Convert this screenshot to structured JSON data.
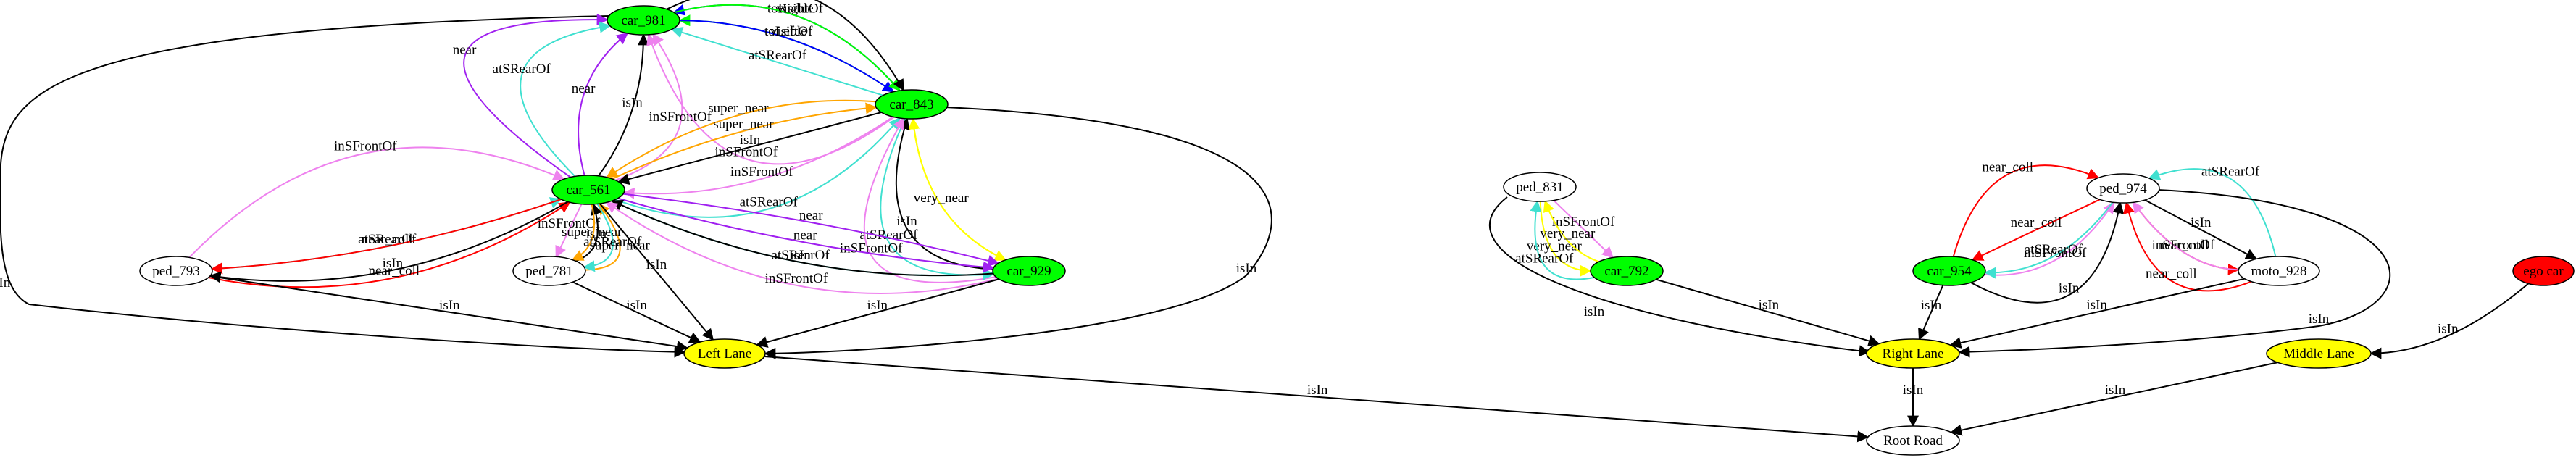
{
  "nodes": [
    {
      "id": "car_981",
      "label": "car_981",
      "fill": "#00ff00"
    },
    {
      "id": "car_843",
      "label": "car_843",
      "fill": "#00ff00"
    },
    {
      "id": "car_561",
      "label": "car_561",
      "fill": "#00ff00"
    },
    {
      "id": "car_929",
      "label": "car_929",
      "fill": "#00ff00"
    },
    {
      "id": "ped_793",
      "label": "ped_793",
      "fill": "#ffffff"
    },
    {
      "id": "ped_781",
      "label": "ped_781",
      "fill": "#ffffff"
    },
    {
      "id": "left_lane",
      "label": "Left Lane",
      "fill": "#ffff00"
    },
    {
      "id": "ped_831",
      "label": "ped_831",
      "fill": "#ffffff"
    },
    {
      "id": "car_792",
      "label": "car_792",
      "fill": "#00ff00"
    },
    {
      "id": "ped_974",
      "label": "ped_974",
      "fill": "#ffffff"
    },
    {
      "id": "car_954",
      "label": "car_954",
      "fill": "#00ff00"
    },
    {
      "id": "moto_928",
      "label": "moto_928",
      "fill": "#ffffff"
    },
    {
      "id": "right_lane",
      "label": "Right Lane",
      "fill": "#ffff00"
    },
    {
      "id": "ego_car",
      "label": "ego car",
      "fill": "#ff0000"
    },
    {
      "id": "middle_lane",
      "label": "Middle Lane",
      "fill": "#ffff00"
    },
    {
      "id": "root_road",
      "label": "Root Road",
      "fill": "#ffffff"
    }
  ],
  "edges": [
    {
      "from": "car_981",
      "to": "left_lane",
      "label": "isIn",
      "color": "#000000"
    },
    {
      "from": "car_561",
      "to": "car_981",
      "label": "near",
      "color": "#a020f0"
    },
    {
      "from": "car_561",
      "to": "car_981",
      "label": "atSRearOf",
      "color": "#40e0d0"
    },
    {
      "from": "car_561",
      "to": "car_981",
      "label": "near",
      "color": "#a020f0"
    },
    {
      "from": "car_561",
      "to": "car_981",
      "label": "isIn",
      "color": "#000000"
    },
    {
      "from": "car_561",
      "to": "car_981",
      "label": "inSFrontOf",
      "color": "#ee82ee"
    },
    {
      "from": "car_843",
      "to": "car_981",
      "label": "toRightOf",
      "color": "#0000ff"
    },
    {
      "from": "car_843",
      "to": "car_981",
      "label": "visible",
      "color": "#00ff00"
    },
    {
      "from": "car_843",
      "to": "car_981",
      "label": "atSRearOf",
      "color": "#40e0d0"
    },
    {
      "from": "car_981",
      "to": "car_843",
      "label": "toLeftOf",
      "color": "#0000ff"
    },
    {
      "from": "car_981",
      "to": "car_843",
      "label": "visible",
      "color": "#00ff00"
    },
    {
      "from": "car_981",
      "to": "car_843",
      "label": "isIn",
      "color": "#000000"
    },
    {
      "from": "car_843",
      "to": "car_981",
      "label": "inSFrontOf",
      "color": "#ee82ee"
    },
    {
      "from": "car_843",
      "to": "car_561",
      "label": "super_near",
      "color": "#ffa500"
    },
    {
      "from": "car_843",
      "to": "car_561",
      "label": "isIn",
      "color": "#000000"
    },
    {
      "from": "car_843",
      "to": "car_561",
      "label": "inSFrontOf",
      "color": "#ee82ee"
    },
    {
      "from": "car_561",
      "to": "car_843",
      "label": "super_near",
      "color": "#ffa500"
    },
    {
      "from": "car_561",
      "to": "car_843",
      "label": "atSRearOf",
      "color": "#40e0d0"
    },
    {
      "from": "car_843",
      "to": "car_929",
      "label": "atSRearOf",
      "color": "#40e0d0"
    },
    {
      "from": "car_843",
      "to": "car_929",
      "label": "very_near",
      "color": "#ffff00"
    },
    {
      "from": "car_929",
      "to": "car_843",
      "label": "very_near",
      "color": "#ffff00"
    },
    {
      "from": "car_929",
      "to": "car_843",
      "label": "isIn",
      "color": "#000000"
    },
    {
      "from": "car_929",
      "to": "car_843",
      "label": "inSFrontOf",
      "color": "#ee82ee"
    },
    {
      "from": "car_843",
      "to": "left_lane",
      "label": "isIn",
      "color": "#000000"
    },
    {
      "from": "ped_793",
      "to": "car_561",
      "label": "near_coll",
      "color": "#ff0000"
    },
    {
      "from": "ped_793",
      "to": "car_561",
      "label": "atSRearOf",
      "color": "#40e0d0"
    },
    {
      "from": "car_561",
      "to": "ped_793",
      "label": "near_coll",
      "color": "#ff0000"
    },
    {
      "from": "car_561",
      "to": "ped_793",
      "label": "isIn",
      "color": "#000000"
    },
    {
      "from": "ped_793",
      "to": "car_561",
      "label": "inSFrontOf",
      "color": "#ee82ee"
    },
    {
      "from": "ped_781",
      "to": "car_561",
      "label": "super_near",
      "color": "#ffa500"
    },
    {
      "from": "ped_781",
      "to": "car_561",
      "label": "isIn",
      "color": "#000000"
    },
    {
      "from": "car_561",
      "to": "ped_781",
      "label": "inSFrontOf",
      "color": "#ee82ee"
    },
    {
      "from": "car_561",
      "to": "ped_781",
      "label": "super_near",
      "color": "#ffa500"
    },
    {
      "from": "car_561",
      "to": "ped_781",
      "label": "atSRearOf",
      "color": "#40e0d0"
    },
    {
      "from": "car_561",
      "to": "left_lane",
      "label": "isIn",
      "color": "#000000"
    },
    {
      "from": "car_561",
      "to": "car_929",
      "label": "atSRearOf",
      "color": "#40e0d0"
    },
    {
      "from": "car_561",
      "to": "car_929",
      "label": "near",
      "color": "#a020f0"
    },
    {
      "from": "car_561",
      "to": "car_929",
      "label": "near",
      "color": "#a020f0"
    },
    {
      "from": "car_929",
      "to": "car_561",
      "label": "isIn",
      "color": "#000000"
    },
    {
      "from": "car_929",
      "to": "car_561",
      "label": "inSFrontOf",
      "color": "#ee82ee"
    },
    {
      "from": "ped_793",
      "to": "left_lane",
      "label": "isIn",
      "color": "#000000"
    },
    {
      "from": "ped_781",
      "to": "left_lane",
      "label": "isIn",
      "color": "#000000"
    },
    {
      "from": "car_929",
      "to": "left_lane",
      "label": "isIn",
      "color": "#000000"
    },
    {
      "from": "left_lane",
      "to": "root_road",
      "label": "isIn",
      "color": "#000000"
    },
    {
      "from": "ped_831",
      "to": "car_792",
      "label": "very_near",
      "color": "#ffff00"
    },
    {
      "from": "ped_831",
      "to": "car_792",
      "label": "inSFrontOf",
      "color": "#ee82ee"
    },
    {
      "from": "car_792",
      "to": "ped_831",
      "label": "very_near",
      "color": "#ffff00"
    },
    {
      "from": "car_792",
      "to": "ped_831",
      "label": "atSRearOf",
      "color": "#40e0d0"
    },
    {
      "from": "ped_831",
      "to": "right_lane",
      "label": "isIn",
      "color": "#000000"
    },
    {
      "from": "car_792",
      "to": "right_lane",
      "label": "isIn",
      "color": "#000000"
    },
    {
      "from": "car_954",
      "to": "ped_974",
      "label": "isIn",
      "color": "#000000"
    },
    {
      "from": "car_954",
      "to": "ped_974",
      "label": "inSFrontOf",
      "color": "#ee82ee"
    },
    {
      "from": "ped_974",
      "to": "car_954",
      "label": "near_coll",
      "color": "#ff0000"
    },
    {
      "from": "ped_974",
      "to": "car_954",
      "label": "atSRearOf",
      "color": "#40e0d0"
    },
    {
      "from": "car_954",
      "to": "ped_974",
      "label": "near_coll",
      "color": "#ff0000"
    },
    {
      "from": "moto_928",
      "to": "ped_974",
      "label": "atSRearOf",
      "color": "#40e0d0"
    },
    {
      "from": "ped_974",
      "to": "moto_928",
      "label": "near_coll",
      "color": "#ff0000"
    },
    {
      "from": "ped_974",
      "to": "moto_928",
      "label": "isIn",
      "color": "#000000"
    },
    {
      "from": "moto_928",
      "to": "ped_974",
      "label": "inSFrontOf",
      "color": "#ee82ee"
    },
    {
      "from": "moto_928",
      "to": "ped_974",
      "label": "near_coll",
      "color": "#ff0000"
    },
    {
      "from": "ped_974",
      "to": "right_lane",
      "label": "isIn",
      "color": "#000000"
    },
    {
      "from": "car_954",
      "to": "right_lane",
      "label": "isIn",
      "color": "#000000"
    },
    {
      "from": "moto_928",
      "to": "right_lane",
      "label": "isIn",
      "color": "#000000"
    },
    {
      "from": "right_lane",
      "to": "root_road",
      "label": "isIn",
      "color": "#000000"
    },
    {
      "from": "ego_car",
      "to": "middle_lane",
      "label": "isIn",
      "color": "#000000"
    },
    {
      "from": "middle_lane",
      "to": "root_road",
      "label": "isIn",
      "color": "#000000"
    }
  ]
}
